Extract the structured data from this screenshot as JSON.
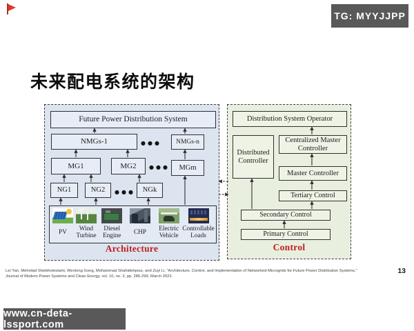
{
  "badge": {
    "label": "TG: MYYJJPP"
  },
  "title": "未来配电系统的架构",
  "architecture_panel": {
    "caption": "Architecture",
    "dots": "●●●",
    "fpds": "Future Power Distribution System",
    "nmgs1": "NMGs-1",
    "nmgsn": "NMGs-n",
    "mg1": "MG1",
    "mg2": "MG2",
    "mgm": "MGm",
    "ng1": "NG1",
    "ng2": "NG2",
    "ngk": "NGk",
    "resources": [
      {
        "label": "PV",
        "icon": "solar-panel"
      },
      {
        "label": "Wind Turbine",
        "icon": "wind-turbine"
      },
      {
        "label": "Diesel Engine",
        "icon": "diesel-engine"
      },
      {
        "label": "CHP",
        "icon": "chp-plant"
      },
      {
        "label": "Electric Vehicle",
        "icon": "electric-vehicle"
      },
      {
        "label": "Controllable Loads",
        "icon": "controllable-loads"
      }
    ]
  },
  "control_panel": {
    "caption": "Control",
    "dso": "Distribution System Operator",
    "distributed": "Distributed Controller",
    "centralized": "Centralized Master Controller",
    "master": "Master Controller",
    "tertiary": "Tertiary Control",
    "secondary": "Secondary Control",
    "primary": "Primary Control"
  },
  "citation_line1": "Lei Yan, Mehrdad Sheikholeslami, Wenlong Gong, Mohammad Shahidehpour, and Zuyi Li, \"Architecture, Control, and Implementation of Networked Microgrids for Future Power Distribution Systems,\"",
  "citation_line2": "Journal of Modern Power Systems and Clean Energy, vol. 10, no. 2, pp. 286-299, March 2022.",
  "page_number": "13",
  "watermark": "www.cn-deta-lssport.com",
  "colors": {
    "architecture_panel_bg": "#dce4f0",
    "control_panel_bg": "#e9efdf",
    "caption_red": "#c0201d",
    "badge_gray": "#595959",
    "flag_red": "#e0392b"
  }
}
